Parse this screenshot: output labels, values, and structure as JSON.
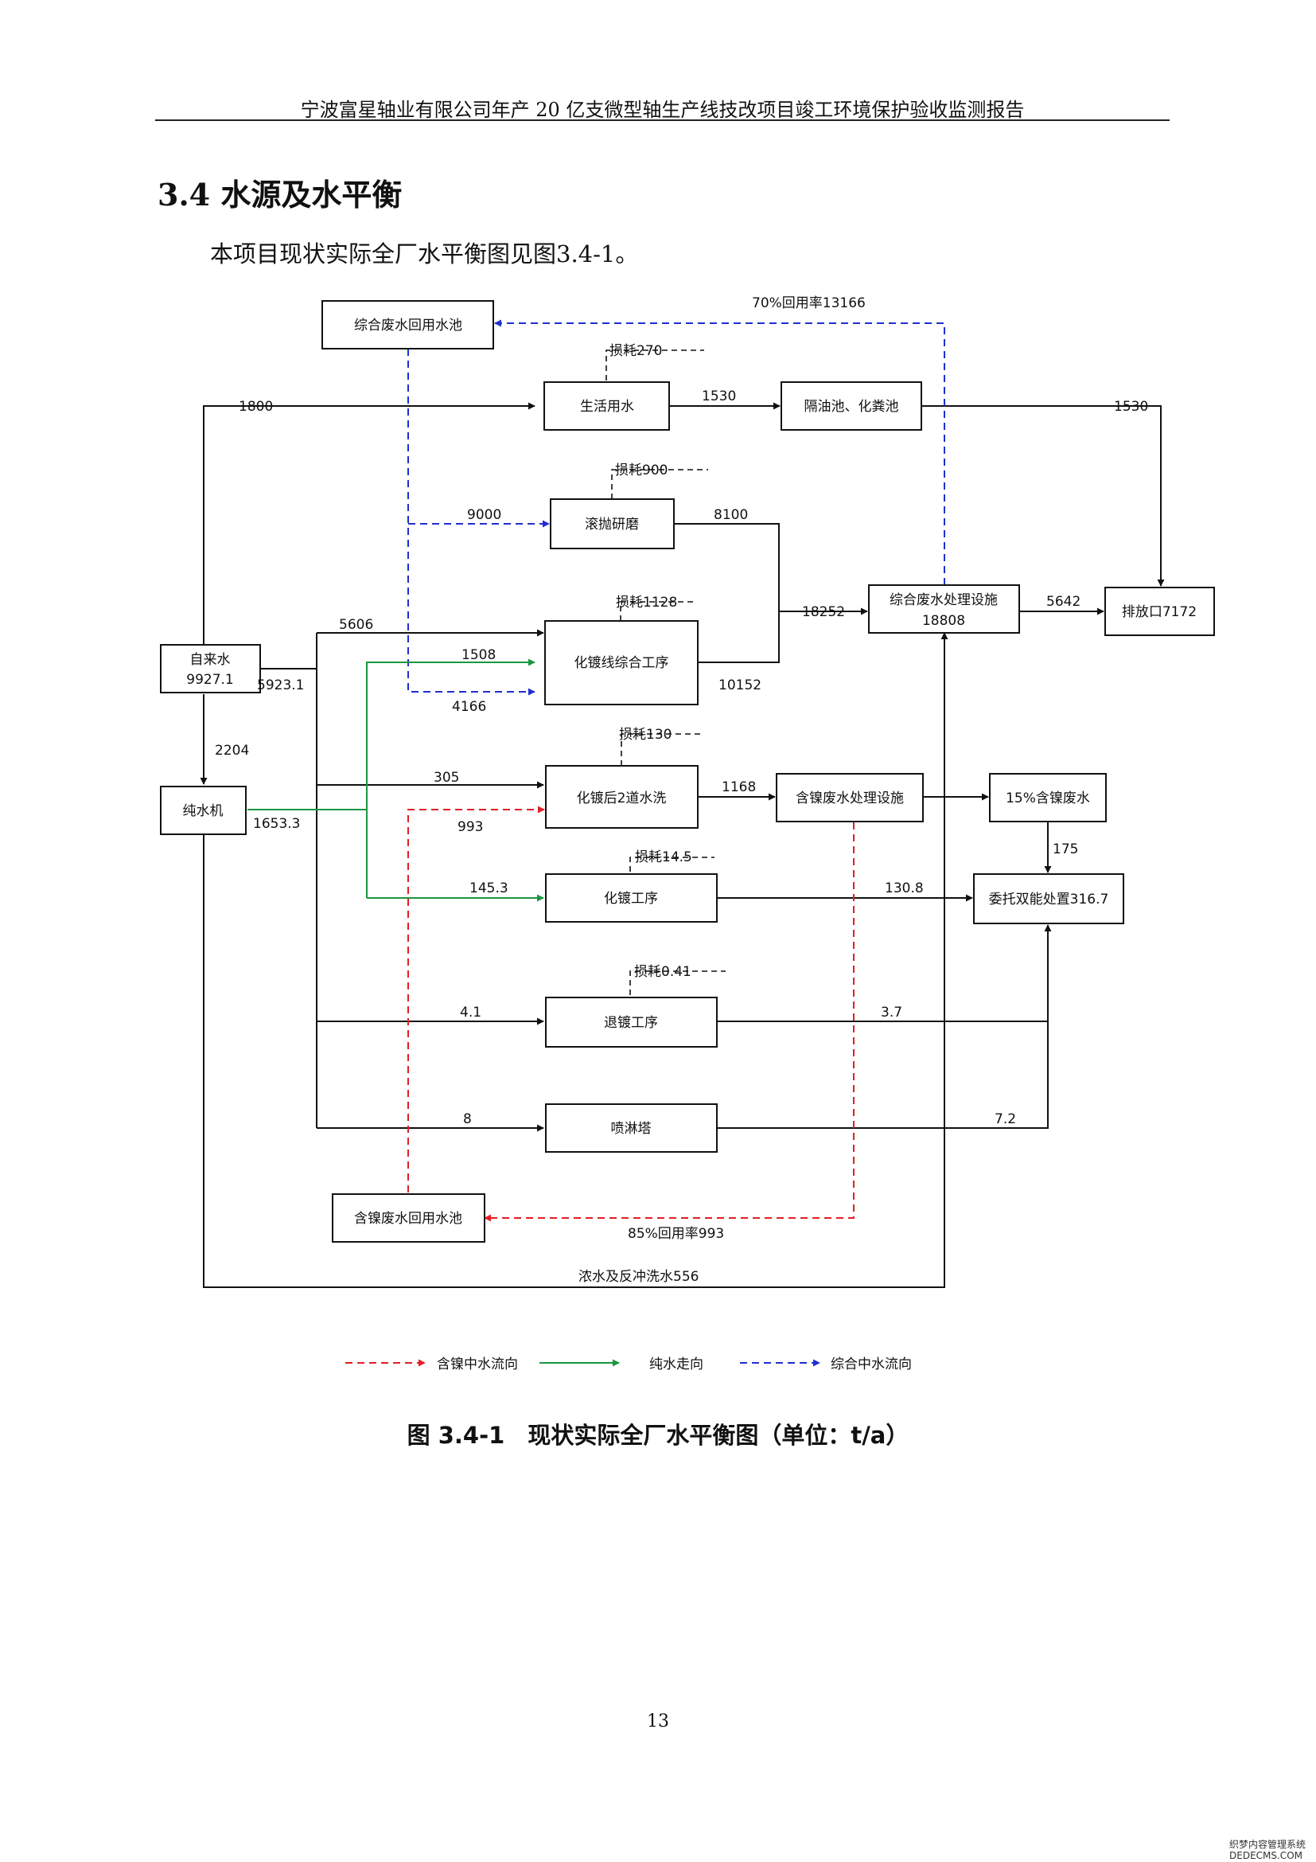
{
  "header": {
    "title": "宁波富星轴业有限公司年产 20 亿支微型轴生产线技改项目竣工环境保护验收监测报告"
  },
  "section": {
    "heading": "3.4 水源及水平衡",
    "intro": "本项目现状实际全厂水平衡图见图3.4-1。"
  },
  "diagram": {
    "boxes": {
      "recycle_pool": "综合废水回用水池",
      "domestic": "生活用水",
      "septic": "隔油池、化粪池",
      "polish": "滚抛研磨",
      "plating_line": "化镀线综合工序",
      "tap_water": [
        "自来水",
        "9927.1"
      ],
      "wwtp": [
        "综合废水处理设施",
        "18808"
      ],
      "outlet": "排放口7172",
      "ro": "纯水机",
      "rinse": "化镀后2道水洗",
      "ni_treat": "含镍废水处理设施",
      "ni_15": "15%含镍废水",
      "plating": "化镀工序",
      "hazard": "委托双能处置316.7",
      "strip": "退镀工序",
      "spray": "喷淋塔",
      "ni_pool": "含镍废水回用水池"
    },
    "labels": {
      "recycle_70": "70%回用率13166",
      "loss_270": "损耗270",
      "v1800": "1800",
      "v1530a": "1530",
      "v1530b": "1530",
      "loss_900": "损耗900",
      "v9000": "9000",
      "v8100": "8100",
      "loss_1128": "损耗1128",
      "v5606": "5606",
      "v18252": "18252",
      "v5642": "5642",
      "v1508": "1508",
      "v5923": "5923.1",
      "v10152": "10152",
      "v4166": "4166",
      "v2204": "2204",
      "loss_130": "损耗130",
      "v305": "305",
      "v1168": "1168",
      "v1653": "1653.3",
      "v993a": "993",
      "v175": "175",
      "loss_14": "损耗14.5",
      "v145": "145.3",
      "v130": "130.8",
      "loss_041": "损耗0.41",
      "v41": "4.1",
      "v37": "3.7",
      "v8": "8",
      "v72": "7.2",
      "recycle_85": "85%回用率993",
      "brine": "浓水及反冲洗水556"
    },
    "legend": {
      "ni": "含镍中水流向",
      "pure": "纯水走向",
      "mixed": "综合中水流向"
    },
    "colors": {
      "ni": "#e31e24",
      "pure": "#1a9641",
      "mixed": "#1f2fd0",
      "line": "#111111"
    }
  },
  "caption": "图 3.4-1　现状实际全厂水平衡图（单位：t/a）",
  "page_number": "13",
  "watermark": [
    "织梦内容管理系统",
    "DEDECMS.COM"
  ]
}
